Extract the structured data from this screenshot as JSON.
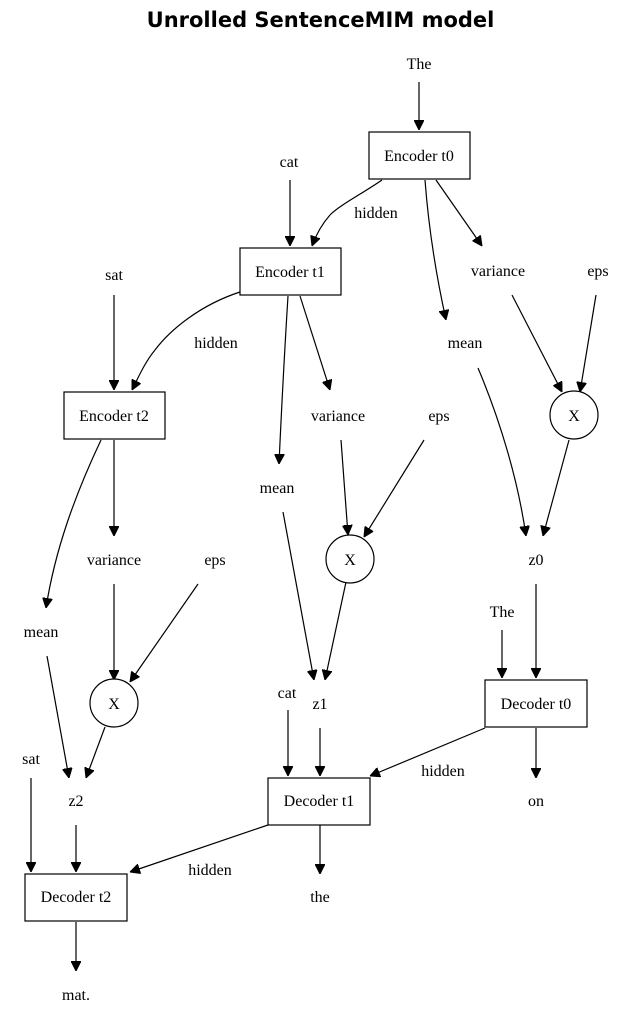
{
  "title": "Unrolled SentenceMIM model",
  "nodes": {
    "in_the": "The",
    "enc0": "Encoder t0",
    "in_cat": "cat",
    "hid_e01": "hidden",
    "enc1": "Encoder t1",
    "var0": "variance",
    "eps0": "eps",
    "in_sat": "sat",
    "mean0": "mean",
    "hid_e12": "hidden",
    "enc2": "Encoder t2",
    "x0": "X",
    "var1": "variance",
    "eps1": "eps",
    "mean1": "mean",
    "x1": "X",
    "z0": "z0",
    "var2": "variance",
    "eps2": "eps",
    "mean2": "mean",
    "dec_in_the": "The",
    "x2": "X",
    "dec_in_cat": "cat",
    "z1": "z1",
    "dec0": "Decoder t0",
    "dec_in_sat": "sat",
    "hid_d01": "hidden",
    "z2": "z2",
    "dec1": "Decoder t1",
    "out_on": "on",
    "hid_d12": "hidden",
    "dec2": "Decoder t2",
    "out_the": "the",
    "out_mat": "mat."
  }
}
